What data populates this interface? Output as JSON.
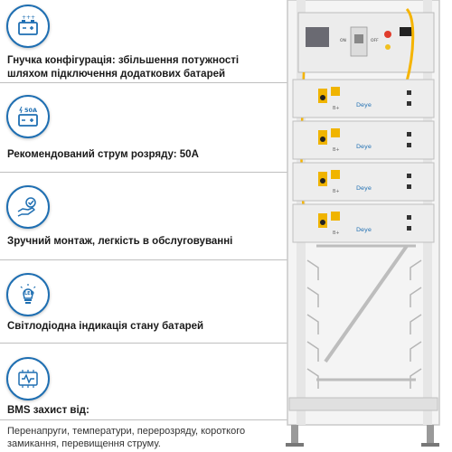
{
  "features": [
    {
      "icon": "battery-expand-icon",
      "text": "Гнучка конфігурація: збільшення потужності шляхом підключення додаткових батарей"
    },
    {
      "icon": "battery-50a-icon",
      "icon_label": "50A",
      "text": "Рекомендований струм розряду: 50A"
    },
    {
      "icon": "hand-check-icon",
      "text": "Зручний монтаж, легкість в обслуговуванні"
    },
    {
      "icon": "led-bulb-icon",
      "icon_label": "LED",
      "text": "Світлодіодна індикація стану батарей"
    },
    {
      "icon": "bms-chip-icon",
      "text": "BMS захист від:"
    }
  ],
  "bms_description": "Перенапруги, температури, перерозряду, короткого замикання, перевищення струму.",
  "product": {
    "brand_label": "Deye",
    "terminal_label": "B+",
    "switch_on_label": "ON",
    "switch_off_label": "OFF"
  },
  "colors": {
    "accent": "#1f6fb2",
    "cable": "#f5b400"
  }
}
